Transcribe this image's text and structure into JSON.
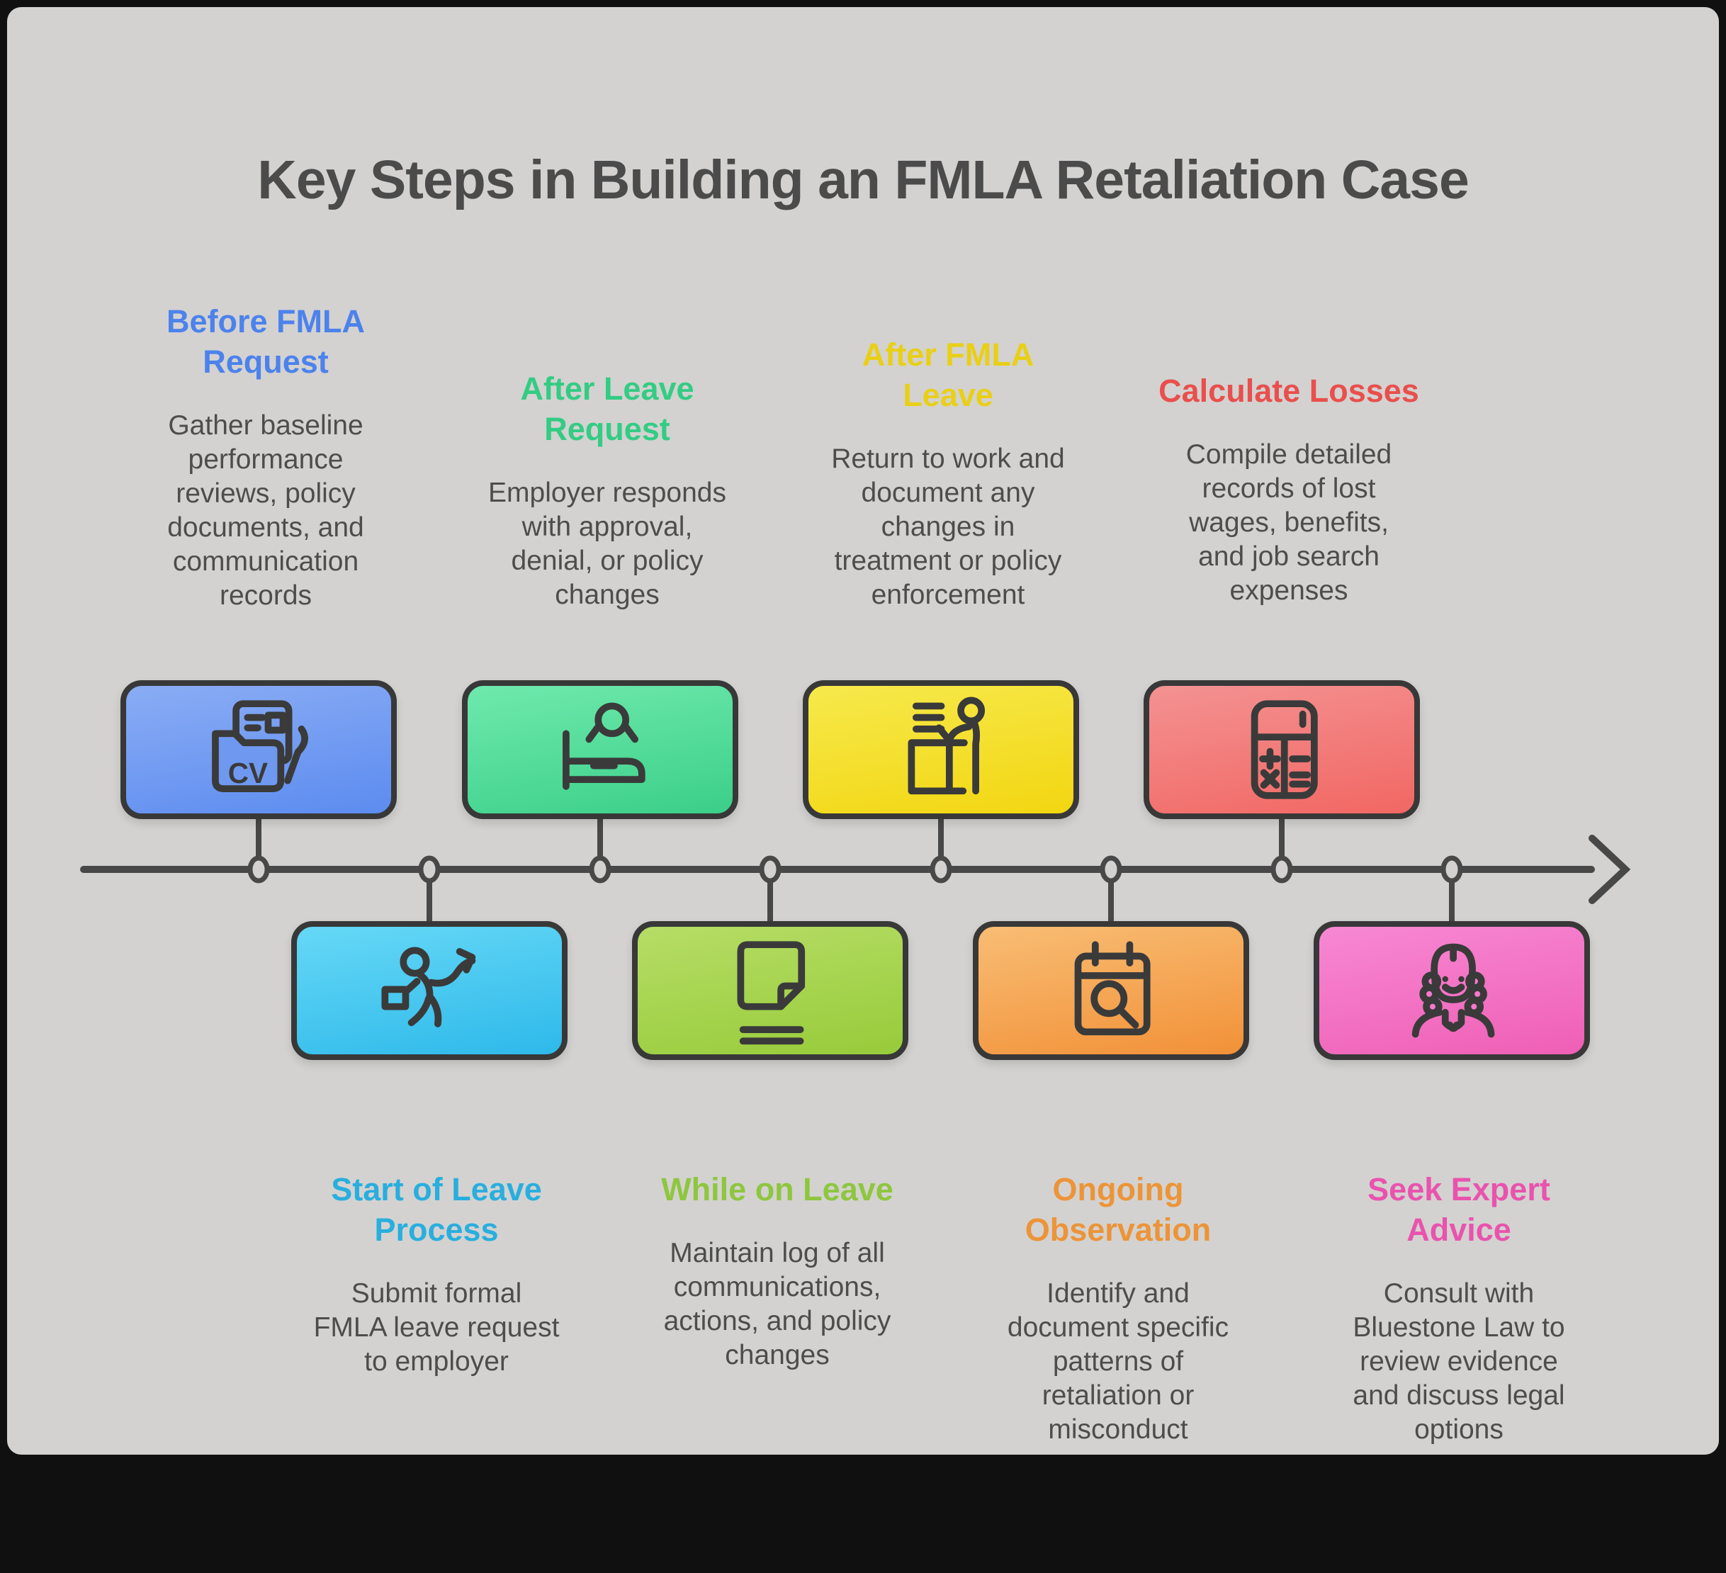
{
  "title": "Key Steps in Building an FMLA Retaliation Case",
  "colors": {
    "canvas_background": "#d3d2d0",
    "frame_black": "#101010",
    "title_text": "#4b4b4b",
    "body_text": "#4d4d4d",
    "timeline": "#484848",
    "box_border": "#383838"
  },
  "timeline": {
    "nodes": 8,
    "arrow_direction": "right"
  },
  "steps": [
    {
      "heading": "Before FMLA\nRequest",
      "body": "Gather baseline\nperformance\nreviews, policy\ndocuments, and\ncommunication\nrecords",
      "accent": "#4c82ec",
      "grad": [
        "#8aacf4",
        "#5c8cf0"
      ],
      "icon": "cv-folder-icon",
      "position": "top"
    },
    {
      "heading": "Start of Leave\nProcess",
      "body": "Submit formal\nFMLA leave request\nto employer",
      "accent": "#29aede",
      "grad": [
        "#66d8f6",
        "#2eb9ea"
      ],
      "icon": "walking-person-icon",
      "position": "bottom"
    },
    {
      "heading": "After Leave\nRequest",
      "body": "Employer responds\nwith approval,\ndenial, or policy\nchanges",
      "accent": "#33cc84",
      "grad": [
        "#6fe9ad",
        "#3bcf89"
      ],
      "icon": "bed-rest-icon",
      "position": "top"
    },
    {
      "heading": "While on Leave",
      "body": "Maintain log of all\ncommunications,\nactions, and policy\nchanges",
      "accent": "#8ec63e",
      "grad": [
        "#b6dd66",
        "#97cb3a"
      ],
      "icon": "document-log-icon",
      "position": "bottom"
    },
    {
      "heading": "After FMLA\nLeave",
      "body": "Return to work and\ndocument any\nchanges in\ntreatment or policy\nenforcement",
      "accent": "#e9cf16",
      "grad": [
        "#f7e94c",
        "#f2d611"
      ],
      "icon": "desk-return-icon",
      "position": "top"
    },
    {
      "heading": "Ongoing\nObservation",
      "body": "Identify and\ndocument specific\npatterns of\nretaliation or\nmisconduct",
      "accent": "#ec9438",
      "grad": [
        "#f8bd74",
        "#f29138"
      ],
      "icon": "calendar-search-icon",
      "position": "bottom"
    },
    {
      "heading": "Calculate Losses",
      "body": "Compile detailed\nrecords of lost\nwages, benefits,\nand job search\nexpenses",
      "accent": "#e94f4d",
      "grad": [
        "#f39292",
        "#f26763"
      ],
      "icon": "calculator-icon",
      "position": "top"
    },
    {
      "heading": "Seek Expert\nAdvice",
      "body": "Consult with\nBluestone Law to\nreview evidence\nand discuss legal\noptions",
      "accent": "#e953ae",
      "grad": [
        "#f788d3",
        "#ef5fb5"
      ],
      "icon": "judge-icon",
      "position": "bottom"
    }
  ]
}
